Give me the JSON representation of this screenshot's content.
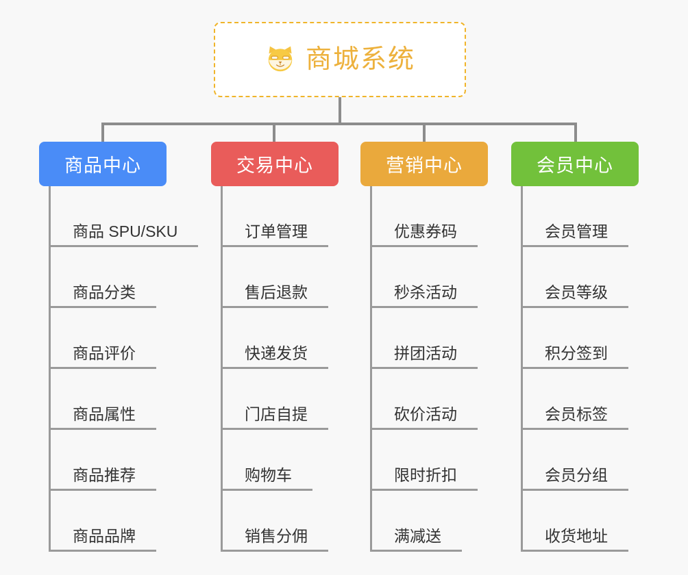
{
  "diagram": {
    "type": "mindmap",
    "background_color": "#f8f8f8",
    "root": {
      "title": "商城系统",
      "icon": "shiba-dog-icon",
      "text_color": "#edb13c",
      "border_color": "#f0b429",
      "border_style": "dashed"
    },
    "connector_color": "#8c8c8c",
    "branches": [
      {
        "label": "商品中心",
        "color": "#4a8cf7",
        "items": [
          "商品 SPU/SKU",
          "商品分类",
          "商品评价",
          "商品属性",
          "商品推荐",
          "商品品牌"
        ]
      },
      {
        "label": "交易中心",
        "color": "#e95c5a",
        "items": [
          "订单管理",
          "售后退款",
          "快递发货",
          "门店自提",
          "购物车",
          "销售分佣"
        ]
      },
      {
        "label": "营销中心",
        "color": "#eaa93c",
        "items": [
          "优惠券码",
          "秒杀活动",
          "拼团活动",
          "砍价活动",
          "限时折扣",
          "满减送"
        ]
      },
      {
        "label": "会员中心",
        "color": "#72c13b",
        "items": [
          "会员管理",
          "会员等级",
          "积分签到",
          "会员标签",
          "会员分组",
          "收货地址"
        ]
      }
    ]
  }
}
